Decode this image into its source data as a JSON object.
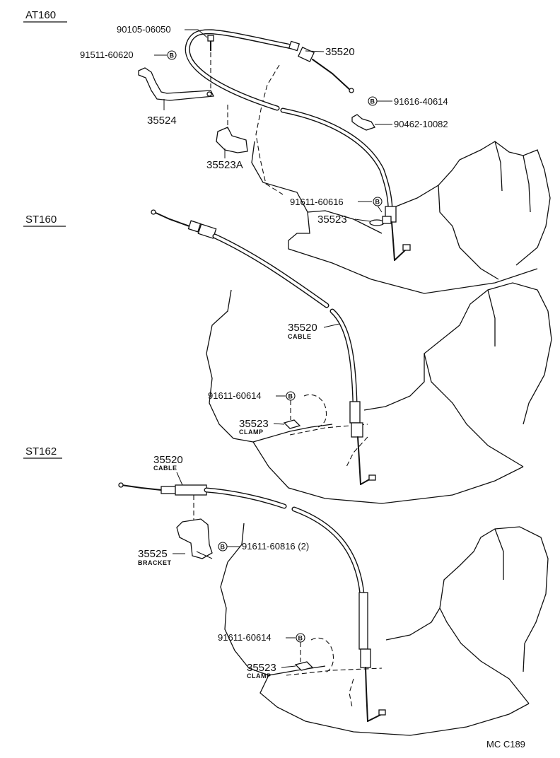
{
  "sections": {
    "at160": "AT160",
    "st160": "ST160",
    "st162": "ST162"
  },
  "at160": {
    "bolt": "90105-06050",
    "bolt_b": "91511-60620",
    "b_mark": "B",
    "cable": "35520",
    "bracket": "35524",
    "bolt2": "91616-40614",
    "clip": "90462-10082",
    "clamp_a": "35523A",
    "bolt3": "91611-60616",
    "clamp": "35523"
  },
  "st160": {
    "cable": "35520",
    "cable_desc": "CABLE",
    "bolt": "91611-60614",
    "clamp": "35523",
    "clamp_desc": "CLAMP"
  },
  "st162": {
    "cable": "35520",
    "cable_desc": "CABLE",
    "bracket": "35525",
    "bracket_desc": "BRACKET",
    "bolt_b": "91611-60816 (2)",
    "bolt": "91611-60614",
    "clamp": "35523",
    "clamp_desc": "CLAMP"
  },
  "footer": {
    "code": "MC C189"
  }
}
